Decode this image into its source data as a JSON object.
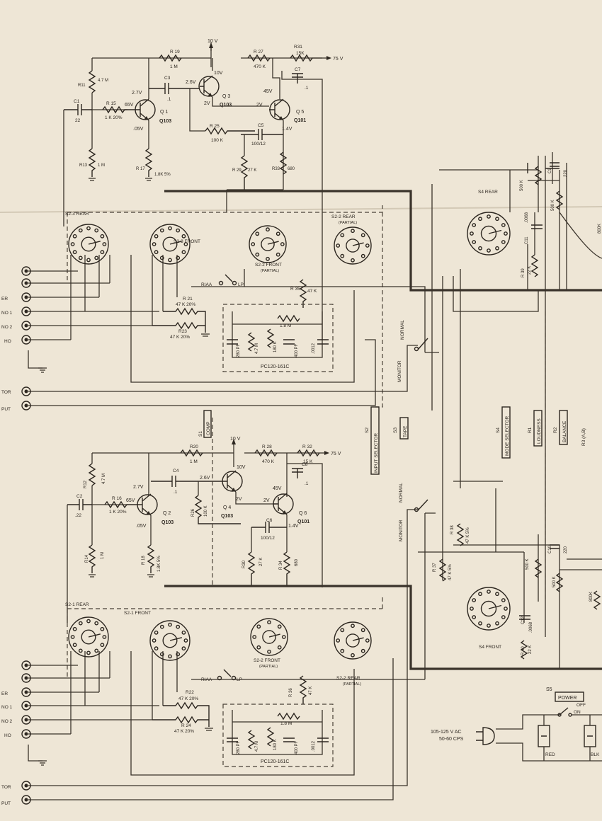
{
  "colors": {
    "paper": "#eee6d6",
    "ink": "#2d2720"
  },
  "transistors": [
    {
      "ref": "Q1",
      "type": "Q103",
      "b": "65V",
      "c": "2.7V",
      "e": ".05V"
    },
    {
      "ref": "Q3",
      "type": "Q103",
      "b": "2.6V",
      "c": "10V",
      "e": "2V"
    },
    {
      "ref": "Q5",
      "type": "Q101",
      "b": "2V",
      "c": "45V",
      "e": "1.4V"
    },
    {
      "ref": "Q2",
      "type": "Q103",
      "b": "65V",
      "c": "2.7V",
      "e": ".05V"
    },
    {
      "ref": "Q4",
      "type": "Q103",
      "b": "2.6V",
      "c": "10V",
      "e": "2V"
    },
    {
      "ref": "Q6",
      "type": "Q101",
      "b": "2V",
      "c": "45V",
      "e": "1.4V"
    }
  ],
  "components": [
    {
      "ref": "R 19",
      "val": "1 M"
    },
    {
      "ref": "R 27",
      "val": "470 K"
    },
    {
      "ref": "R31",
      "val": "15K"
    },
    {
      "ref": "R11",
      "val": "4.7 M"
    },
    {
      "ref": "R 15",
      "val": "1 K 20%"
    },
    {
      "ref": "C1",
      "val": "22"
    },
    {
      "ref": "C3",
      "val": ".1"
    },
    {
      "ref": "C7",
      "val": ".1"
    },
    {
      "ref": "R 25",
      "val": "100 K"
    },
    {
      "ref": "C5",
      "val": "100/12"
    },
    {
      "ref": "R13",
      "val": "1 M"
    },
    {
      "ref": "R 17",
      "val": "1.8K 5%"
    },
    {
      "ref": "R 29",
      "val": "27 K"
    },
    {
      "ref": "R33",
      "val": "680"
    },
    {
      "ref": "R 21",
      "val": "47 K 20%"
    },
    {
      "ref": "R23",
      "val": "47 K 20%"
    },
    {
      "ref": "R 35",
      "val": "47 K"
    },
    {
      "ref": "R20",
      "val": "1 M"
    },
    {
      "ref": "R 28",
      "val": "470 K"
    },
    {
      "ref": "R 32",
      "val": "15 K"
    },
    {
      "ref": "R12",
      "val": "4.7 M"
    },
    {
      "ref": "R 16",
      "val": "1 K 20%"
    },
    {
      "ref": "C2",
      "val": ".22"
    },
    {
      "ref": "C4",
      "val": ".1"
    },
    {
      "ref": "C8",
      "val": ".1"
    },
    {
      "ref": "R26",
      "val": "100 K"
    },
    {
      "ref": "C6",
      "val": "100/12"
    },
    {
      "ref": "R14",
      "val": "1 M"
    },
    {
      "ref": "R 18",
      "val": "1.8K 5%"
    },
    {
      "ref": "R30",
      "val": "27 K"
    },
    {
      "ref": "R 34",
      "val": "680"
    },
    {
      "ref": "R22",
      "val": "47 K 20%"
    },
    {
      "ref": "R 24",
      "val": "47 K 20%"
    },
    {
      "ref": "R 36",
      "val": "47 K"
    },
    {
      "ref": "R 37",
      "val": "47 K 5%"
    },
    {
      "ref": "R 38",
      "val": "47 K 5%"
    },
    {
      "ref": "R 39",
      "val": "22 K"
    },
    {
      "ref": "R 40",
      "val": "22 K"
    },
    {
      "ref": "C9",
      "val": "220"
    },
    {
      "ref": "C10",
      "val": "220"
    },
    {
      "ref": "C11",
      "val": ".0068"
    },
    {
      "ref": "C12",
      "val": ".0068"
    }
  ],
  "rails": {
    "v10": "10 V",
    "v75": "75 V"
  },
  "switches": {
    "s2_3_rear": "S2-3 REAR",
    "s2_3_front": "S2-3 FRONT",
    "s2_2_front_a": "S2-2 FRONT",
    "s2_2_rear_a": "S2-2 REAR",
    "s2_1_rear": "S2-1 REAR",
    "s2_1_front": "S2-1 FRONT",
    "s2_2_front_b": "S2-2 FRONT",
    "s2_2_rear_b": "S2-2 REAR",
    "partial": "(PARTIAL)",
    "s4_rear": "S4 REAR",
    "s4_front": "S4 FRONT"
  },
  "network": {
    "module": "PC120-161C",
    "r_18m": "1.8 M",
    "c_280": "280 PF",
    "r_47m": "4.7 M",
    "r_180k": "180 K",
    "c_400": "400 PF",
    "c_0012": ".0012"
  },
  "eq": {
    "riaa": "RIAA",
    "lp": "LP"
  },
  "tape_switch": {
    "normal": "NORMAL",
    "monitor": "MONITOR"
  },
  "function_labels": {
    "s1": "S1",
    "comp": "COMP",
    "s2": "S2",
    "input_selector": "INPUT SELECTOR",
    "s3": "S3",
    "tape": "TAPE",
    "s4": "S4",
    "mode_selector": "MODE SELECTOR",
    "r1": "R1",
    "loudness": "LOUDNESS",
    "r2": "R2",
    "balance": "BALANCE",
    "r3": "R3 (A,B)"
  },
  "pots": {
    "v500k": "500 K",
    "v800k": "800K",
    "book": "800K"
  },
  "inputs_left": [
    "ER",
    "NO 1",
    "NO 2",
    "HO",
    "TOR",
    "PUT"
  ],
  "inputs_left_b": [
    "",
    "ER",
    "NO 1",
    "NO 2",
    "HO",
    "TOR",
    "PUT"
  ],
  "power": {
    "switch": "S5",
    "name": "POWER",
    "off": "OFF",
    "on": "ON",
    "line": "105-125 V AC",
    "freq": "50-60 CPS",
    "red": "RED",
    "blk": "BLK"
  }
}
